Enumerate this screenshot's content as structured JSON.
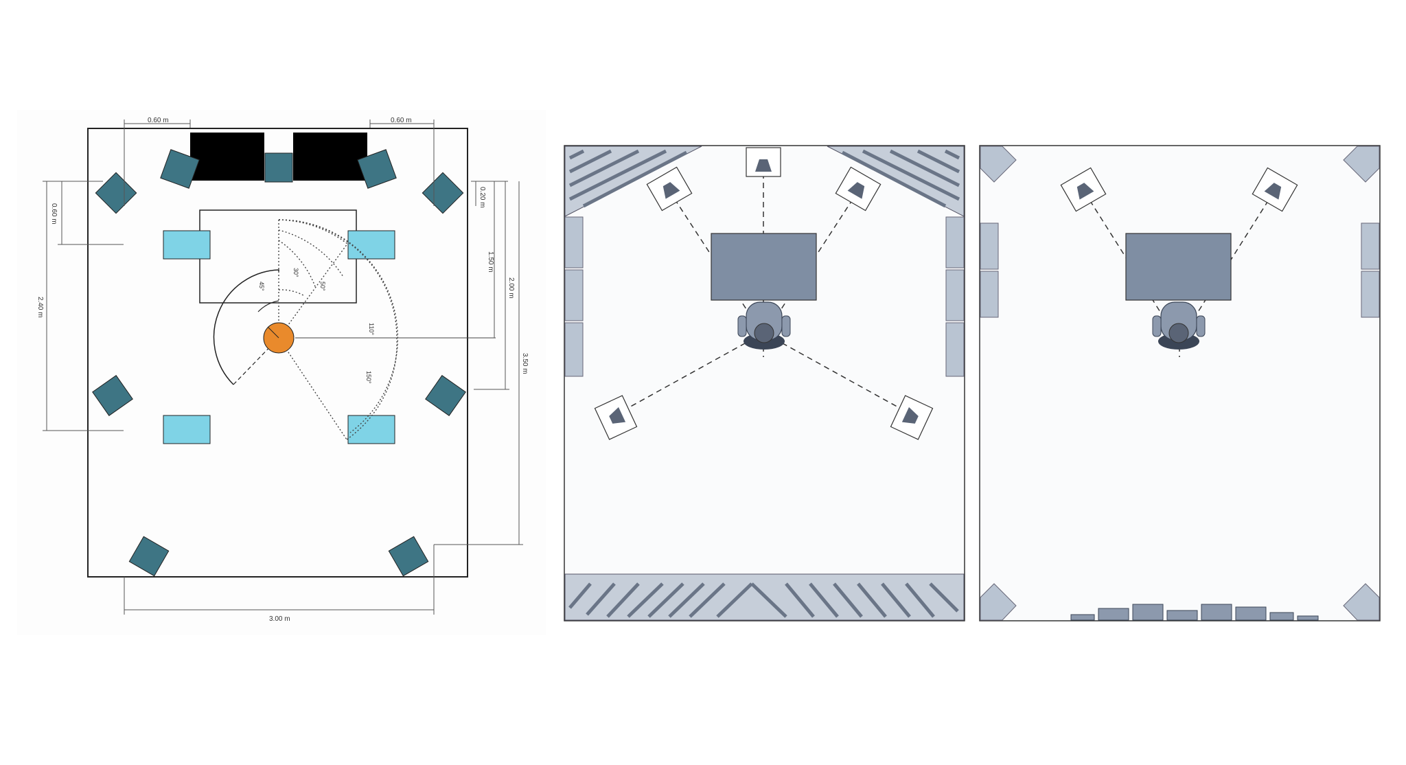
{
  "colors": {
    "room_outline": "#222222",
    "speaker_teal": "#3e7584",
    "speaker_light": "#7fd3e6",
    "listener_orange": "#e98a2c",
    "panel_grey": "#b9c4d2",
    "desk_grey": "#7f8ea3",
    "monitor_black": "#000000"
  },
  "floor_plan": {
    "dimensions": {
      "top_left": "0.60 m",
      "top_right": "0.60 m",
      "left_short": "0.60 m",
      "left_long": "2.40 m",
      "right_small": "0.20 m",
      "right_1": "1.50 m",
      "right_2": "2.00 m",
      "right_3": "3.50 m",
      "bottom": "3.00 m"
    },
    "angles": {
      "a30": "30°",
      "a45": "45°",
      "a50": "50°",
      "a110": "110°",
      "a150": "150°"
    }
  },
  "rendered_views": [
    {
      "view": "surround-5-speaker",
      "icons": [
        "speaker-icon",
        "desk",
        "chair-icon",
        "diffuser-panel"
      ]
    },
    {
      "view": "stereo-2-speaker",
      "icons": [
        "speaker-icon",
        "desk",
        "chair-icon",
        "bass-trap-panel"
      ]
    }
  ]
}
